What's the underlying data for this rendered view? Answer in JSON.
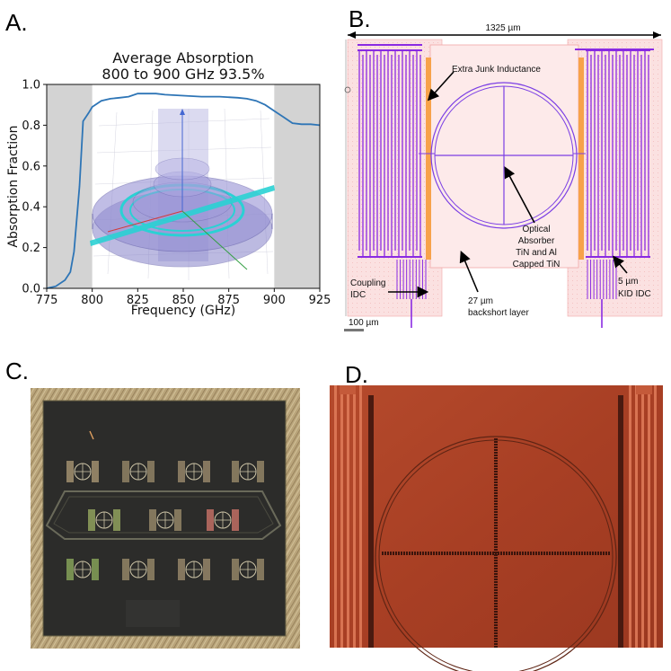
{
  "panels": {
    "a": "A.",
    "b": "B.",
    "c": "C.",
    "d": "D."
  },
  "chart_data": {
    "type": "line",
    "title": "Average Absorption",
    "subtitle": "800 to 900 GHz 93.5%",
    "xlabel": "Frequency (GHz)",
    "ylabel": "Absorption Fraction",
    "xlim": [
      775,
      925
    ],
    "ylim": [
      0,
      1.0
    ],
    "xticks": [
      "775",
      "800",
      "825",
      "850",
      "875",
      "900",
      "925"
    ],
    "yticks": [
      "0.0",
      "0.2",
      "0.4",
      "0.6",
      "0.8",
      "1.0"
    ],
    "shaded_bands": [
      [
        775,
        800
      ],
      [
        900,
        925
      ]
    ],
    "line_color": "#2e75b6",
    "series": [
      {
        "x": [
          775,
          780,
          785,
          788,
          790,
          793,
          795,
          798,
          800,
          805,
          810,
          815,
          820,
          825,
          830,
          835,
          840,
          850,
          860,
          870,
          880,
          885,
          890,
          895,
          900,
          905,
          910,
          915,
          920,
          925
        ],
        "values": [
          0.0,
          0.01,
          0.04,
          0.08,
          0.18,
          0.5,
          0.82,
          0.86,
          0.89,
          0.92,
          0.93,
          0.935,
          0.94,
          0.955,
          0.955,
          0.955,
          0.95,
          0.945,
          0.94,
          0.94,
          0.935,
          0.93,
          0.92,
          0.9,
          0.87,
          0.84,
          0.81,
          0.805,
          0.805,
          0.8
        ]
      }
    ]
  },
  "layout_b": {
    "dimension": "1325 µm",
    "labels": {
      "extra_junk": "Extra Junk Inductance",
      "optical_1": "Optical",
      "optical_2": "Absorber",
      "optical_3": "TiN and Al",
      "optical_4": "Capped TiN",
      "coupling_1": "Coupling",
      "coupling_2": "IDC",
      "backshort_1": "27 µm",
      "backshort_2": "backshort layer",
      "kid_1": "5 µm",
      "kid_2": "KID IDC",
      "scale": "100 µm"
    }
  }
}
